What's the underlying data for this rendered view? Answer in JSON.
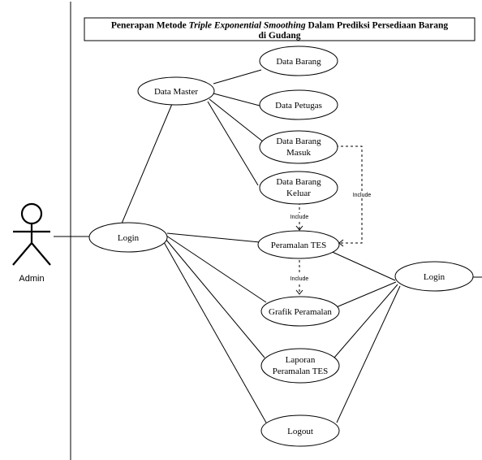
{
  "title": {
    "line1_prefix": "Penerapan Metode ",
    "line1_italic": "Triple Exponential Smoothing",
    "line1_suffix": " Dalam Prediksi Persediaan Barang",
    "line2": "di Gudang"
  },
  "actors": {
    "admin": "Admin"
  },
  "use_cases": {
    "data_master": "Data Master",
    "data_barang": "Data Barang",
    "data_petugas": "Data Petugas",
    "data_barang_masuk": [
      "Data Barang",
      "Masuk"
    ],
    "data_barang_keluar": [
      "Data Barang",
      "Keluar"
    ],
    "login_left": "Login",
    "peramalan_tes": "Peramalan TES",
    "grafik_peramalan": "Grafik Peramalan",
    "laporan_peramalan_tes": [
      "Laporan",
      "Peramalan TES"
    ],
    "logout": "Logout",
    "login_right": "Login"
  },
  "relations": {
    "include_1": "Include",
    "include_2": "Include",
    "include_3": "Include"
  },
  "colors": {
    "stroke": "#000000",
    "background": "#ffffff"
  }
}
